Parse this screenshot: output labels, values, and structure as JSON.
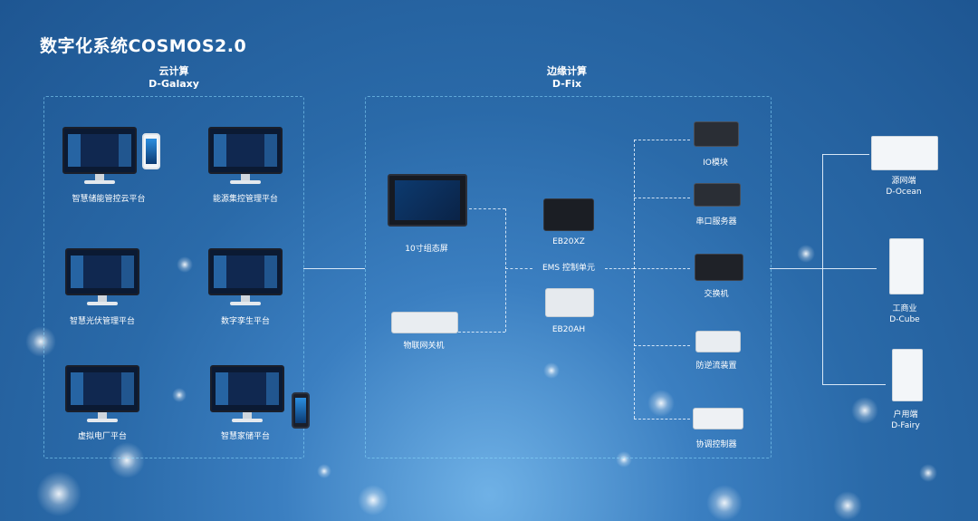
{
  "title": "数字化系统COSMOS2.0",
  "cloud": {
    "title_cn": "云计算",
    "title_en": "D-Galaxy",
    "items": [
      {
        "label": "智慧储能管控云平台"
      },
      {
        "label": "能源集控管理平台"
      },
      {
        "label": "智慧光伏管理平台"
      },
      {
        "label": "数字孪生平台"
      },
      {
        "label": "虚拟电厂平台"
      },
      {
        "label": "智慧家储平台"
      }
    ]
  },
  "edge": {
    "title_cn": "边缘计算",
    "title_en": "D-Fix",
    "screen_label": "10寸组态屏",
    "gateway_label": "物联网关机",
    "ems_label": "EMS 控制单元",
    "eb20xz_label": "EB20XZ",
    "eb20ah_label": "EB20AH",
    "devices": [
      {
        "label": "IO模块"
      },
      {
        "label": "串口服务器"
      },
      {
        "label": "交换机"
      },
      {
        "label": "防逆流装置"
      },
      {
        "label": "协调控制器"
      }
    ]
  },
  "targets": [
    {
      "label_cn": "源网端",
      "label_en": "D-Ocean"
    },
    {
      "label_cn": "工商业",
      "label_en": "D-Cube"
    },
    {
      "label_cn": "户用端",
      "label_en": "D-Fairy"
    }
  ],
  "colors": {
    "background": "#2a6aa9",
    "dashed_border": "#8cdcff",
    "text": "#ffffff"
  }
}
